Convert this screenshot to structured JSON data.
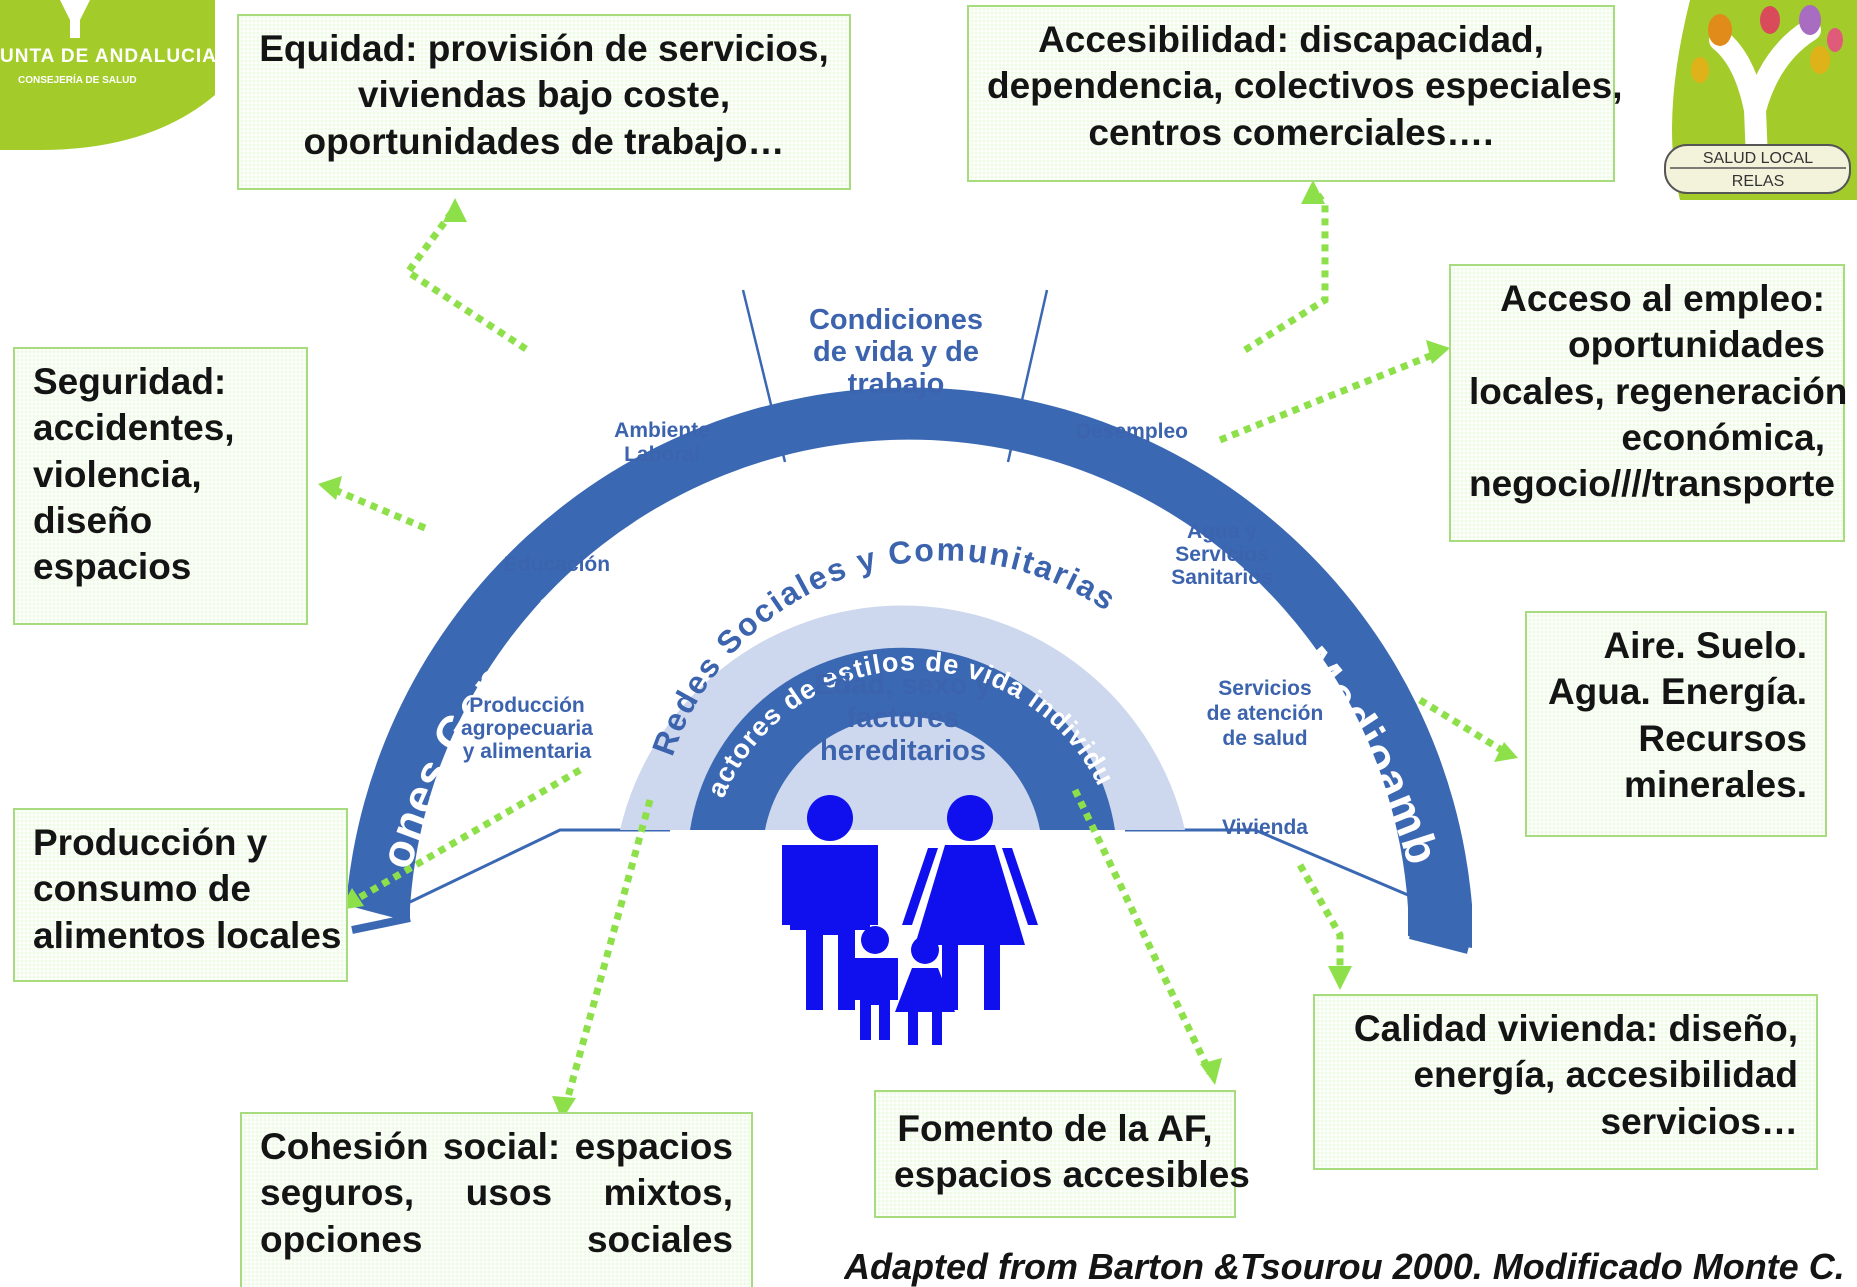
{
  "header": {
    "logo_left": {
      "name": "UNTA DE ANDALUCIA",
      "subtitle": "CONSEJERÍA DE SALUD"
    },
    "logo_right": {
      "line1": "SALUD LOCAL",
      "line2": "RELAS"
    }
  },
  "diagram": {
    "outer_ring": "Condiciones Generales, Socioeconómicas, Culturales y Medioambientales",
    "middle_ring": "Redes Sociales y Comunitarias",
    "inner_ring": "Factores de estilos de vida individual",
    "core": [
      "Edad, sexo y",
      "factores",
      "hereditarios"
    ],
    "sectors": {
      "condiciones": [
        "Condiciones",
        "de vida y de",
        "trabajo"
      ],
      "ambiente_laboral": [
        "Ambiente",
        "Laboral"
      ],
      "educacion": [
        "Educación"
      ],
      "produccion": [
        "Producción",
        "agropecuaria",
        "y alimentaria"
      ],
      "desempleo": [
        "Desempleo"
      ],
      "agua": [
        "Agua y",
        "Servicios",
        "Sanitarios"
      ],
      "servicios": [
        "Servicios",
        "de atención",
        "de salud"
      ],
      "vivienda": [
        "Vivienda"
      ]
    },
    "colors": {
      "ring_dark": "#3b68b3",
      "ring_light": "#cdd8ee",
      "label_blue": "#3c63ad",
      "family": "#1010ee",
      "arrow": "#8ee04a"
    }
  },
  "boxes": {
    "equidad": [
      "Equidad: provisión de servicios,",
      "viviendas bajo coste,",
      "oportunidades de trabajo…"
    ],
    "accesibilidad": [
      "Accesibilidad: discapacidad,",
      "dependencia, colectivos especiales,",
      "centros comerciales…."
    ],
    "acceso_empleo": [
      "Acceso al empleo:",
      "oportunidades",
      "locales, regeneración",
      "económica,",
      "negocio////transporte"
    ],
    "seguridad": [
      "Seguridad:",
      "accidentes,",
      "violencia,",
      "diseño",
      "espacios"
    ],
    "aire": [
      "Aire. Suelo.",
      "Agua. Energía.",
      "Recursos",
      "minerales."
    ],
    "produccion_consumo": [
      "Producción y",
      "consumo de",
      "alimentos locales"
    ],
    "calidad_vivienda": [
      "Calidad vivienda: diseño,",
      "energía, accesibilidad",
      "servicios…"
    ],
    "fomento": [
      "Fomento de la AF,",
      "espacios accesibles"
    ],
    "cohesion": "Cohesión social: espacios seguros, usos mixtos, opciones sociales"
  },
  "citation": "Adapted from Barton &Tsourou 2000. Modificado Monte C."
}
